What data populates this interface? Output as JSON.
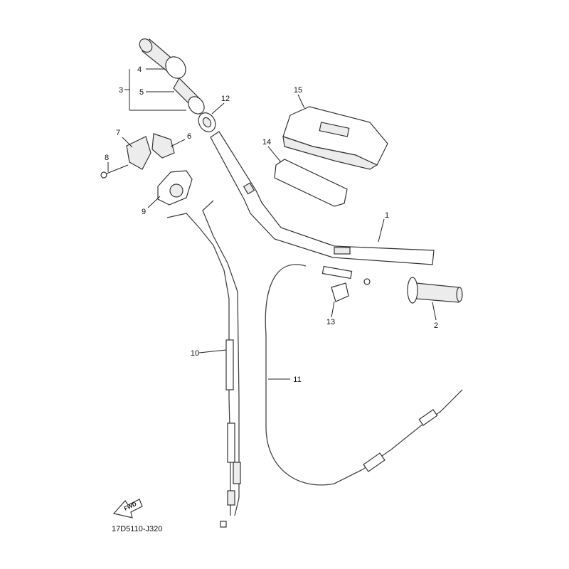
{
  "callouts": {
    "p1": "1",
    "p2": "2",
    "p3": "3",
    "p4": "4",
    "p5": "5",
    "p6": "6",
    "p7": "7",
    "p8": "8",
    "p9": "9",
    "p10": "10",
    "p11": "11",
    "p12": "12",
    "p13": "13",
    "p14": "14",
    "p15": "15"
  },
  "fwd_label": "FWD",
  "diagram_code": "17D5110-J320",
  "colors": {
    "line": "#222222",
    "part_fill": "#ececec"
  }
}
